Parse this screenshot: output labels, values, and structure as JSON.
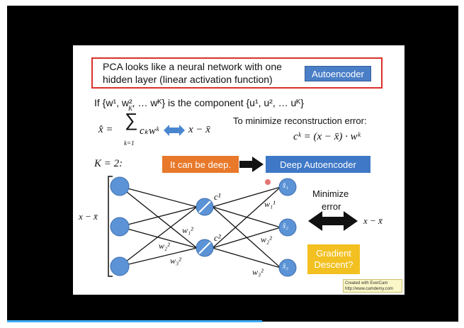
{
  "slide": {
    "title_line1": "PCA looks like a neural network with one",
    "title_line2": "hidden layer (linear activation function)",
    "autoencoder_label": "Autoencoder",
    "if_text": "If {w¹, w², … wᴷ} is the component {u¹, u², … uᴷ}",
    "xhat_eq": "x̂ =",
    "sum_top": "K",
    "sum_bottom": "k=1",
    "sum_term": "cₖwᵏ",
    "xbar": "x − x̄",
    "minimize_text": "To minimize reconstruction error:",
    "ck_eq": "cᵏ = (x − x̄) · wᵏ",
    "k_eq": "K = 2:",
    "deep_label": "It can be deep.",
    "deep_autoencoder_label": "Deep Autoencoder",
    "input_label": "x − x̄",
    "c1": "c¹",
    "c2": "c²",
    "w1_2": "w₁²",
    "w2_2": "w₂²",
    "w3_2": "w₃²",
    "w1_1": "w₁¹",
    "w2_2b": "w₂²",
    "w3_2b": "w₃²",
    "xhat1": "x̂₁",
    "xhat2": "x̂₂",
    "xhat3": "x̂₃",
    "minimize_line1": "Minimize",
    "minimize_line2": "error",
    "target": "x − x̄",
    "gradient_line1": "Gradient",
    "gradient_line2": "Descent?",
    "evercam_line1": "Created with EverCam",
    "evercam_line2": "http://www.camdemy.com"
  },
  "colors": {
    "node": "#5b93d6",
    "title_border": "#d9302b",
    "autoencoder_btn": "#4a7fc7",
    "deep_btn": "#e8782a",
    "deep_auto_btn": "#3f78c6",
    "gradient_btn": "#f2c020"
  }
}
